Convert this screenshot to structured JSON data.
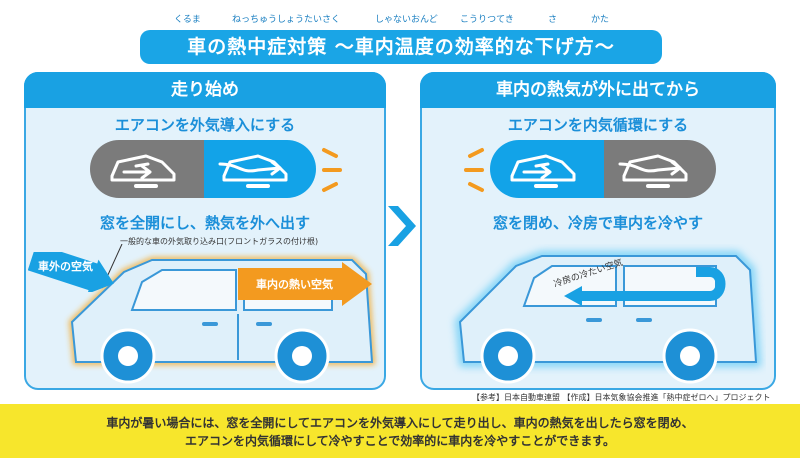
{
  "title": {
    "text": "車の熱中症対策 〜車内温度の効率的な下げ方〜",
    "ruby": [
      "くるま",
      "ねっちゅうしょうたいさく",
      "しゃないおんど",
      "こうりつてき",
      "さ",
      "かた"
    ]
  },
  "panels": [
    {
      "header": "走り始め",
      "mode_label": "エアコンを外気導入にする",
      "window_label": "窓を全開にし、熱気を外へ出す",
      "intake_note": "一般的な車の外気取り込み口(フロントガラスの付け根)",
      "outside_air_label": "車外の空気",
      "hot_air_label": "車内の熱い空気"
    },
    {
      "header": "車内の熱気が外に出てから",
      "mode_label": "エアコンを内気循環にする",
      "window_label": "窓を閉め、冷房で車内を冷やす",
      "cool_air_label": "冷房の冷たい空気"
    }
  ],
  "source": "【参考】日本自動車連盟 【作成】日本気象協会推進「熱中症ゼロへ」プロジェクト",
  "footer": {
    "line1": "車内が暑い場合には、窓を全開にしてエアコンを外気導入にして走り出し、車内の熱気を出したら窓を閉め、",
    "line2": "エアコンを内気循環にして冷やすことで効率的に車内を冷やすことができます。"
  },
  "colors": {
    "primary_blue": "#19a1e3",
    "light_blue": "#e3f2fb",
    "gray": "#7b7b7b",
    "orange": "#f39a1f",
    "yellow": "#f7e62c"
  },
  "icons": [
    "outside-air-mode-icon",
    "recirculation-mode-icon",
    "arrow-right-icon",
    "car-open-window-icon",
    "car-closed-window-icon"
  ]
}
